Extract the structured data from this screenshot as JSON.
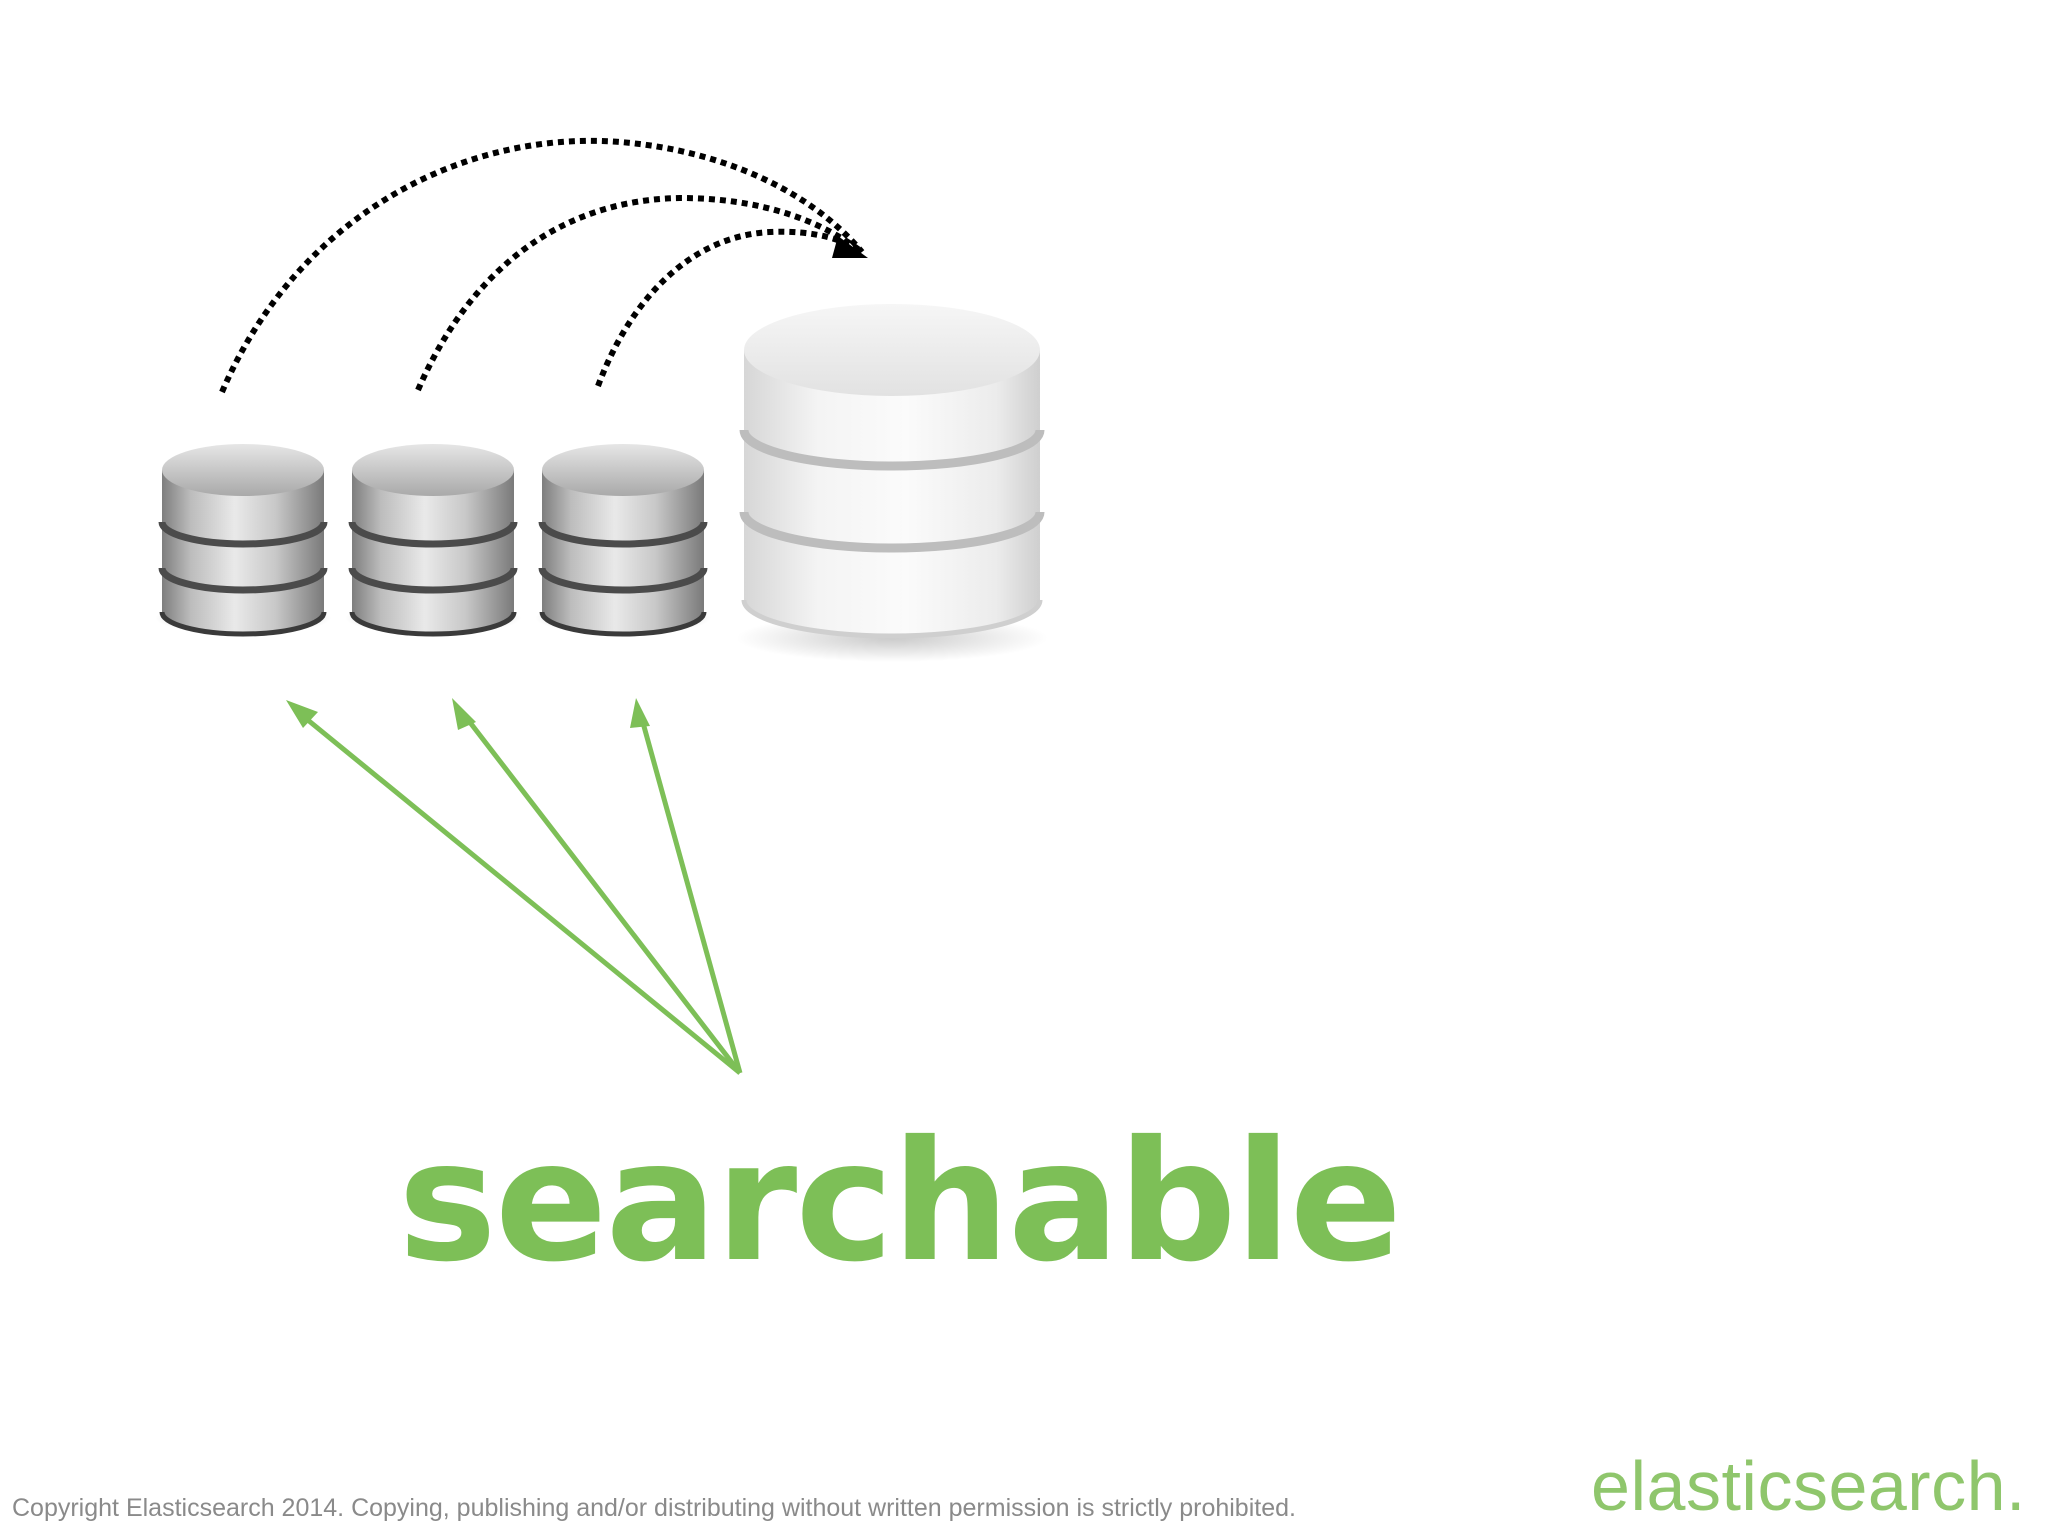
{
  "slide": {
    "caption": "searchable",
    "copyright": "Copyright Elasticsearch 2014. Copying, publishing and/or distributing without written permission is strictly prohibited.",
    "brand": "elasticsearch."
  },
  "diagram": {
    "small_segments": [
      "small-database-1",
      "small-database-2",
      "small-database-3"
    ],
    "merged_segment": "large-database",
    "merge_arrow_color": "#000000",
    "search_arrow_color": "#7dbf57"
  },
  "colors": {
    "accent": "#7dbf57",
    "brand": "#8fc66c",
    "copyright_text": "#8a8a8a",
    "background": "#ffffff"
  }
}
